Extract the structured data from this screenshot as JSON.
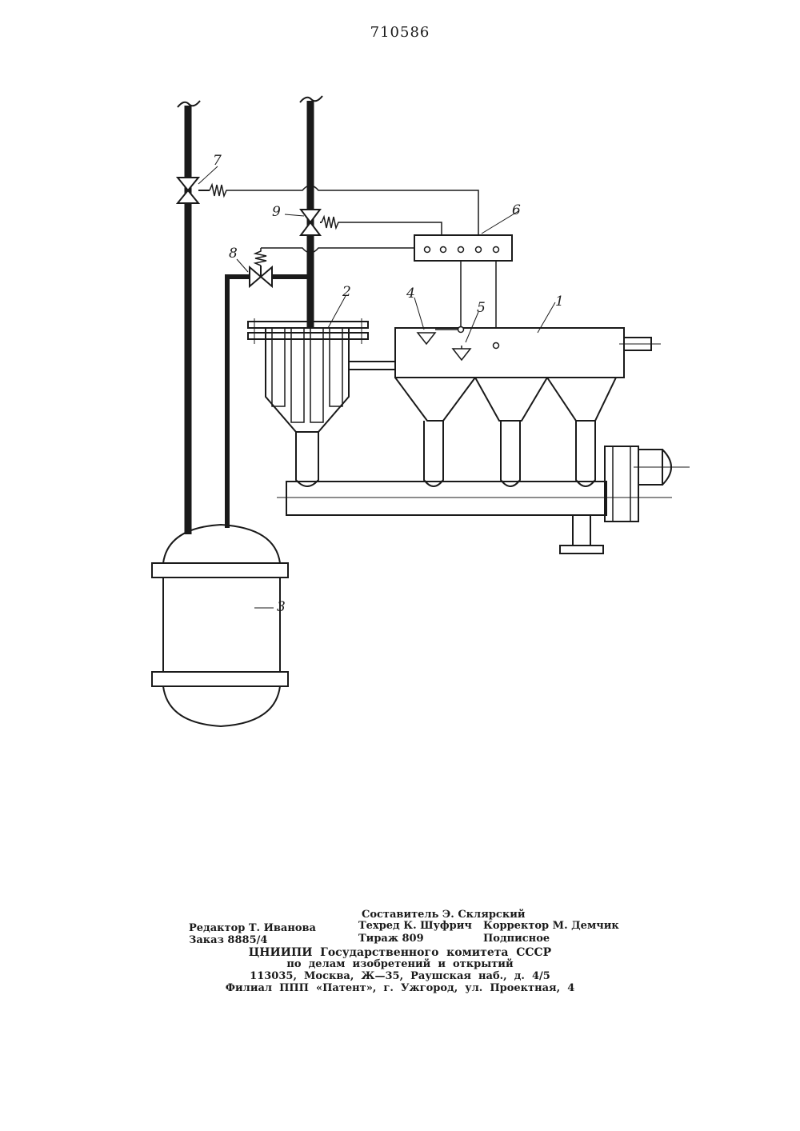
{
  "page_number": "710586",
  "labels": {
    "l1": "1",
    "l2": "2",
    "l3": "3",
    "l4": "4",
    "l5": "5",
    "l6": "6",
    "l7": "7",
    "l8": "8",
    "l9": "9"
  },
  "imprint": {
    "compiler": "Составитель Э. Склярский",
    "editor": "Редактор Т. Иванова",
    "techred": "Техред К. Шуфрич",
    "corrector": "Корректор М. Демчик",
    "order": "Заказ 8885/4",
    "circulation": "Тираж 809",
    "subscription": "Подписное",
    "org_line1": "ЦНИИПИ  Государственного  комитета  СССР",
    "org_line2": "по  делам  изобретений  и  открытий",
    "org_line3": "113035,  Москва,  Ж—35,  Раушская  наб.,  д.  4/5",
    "org_line4": "Филиал  ППП  «Патент»,  г.  Ужгород,  ул.  Проектная,  4"
  }
}
